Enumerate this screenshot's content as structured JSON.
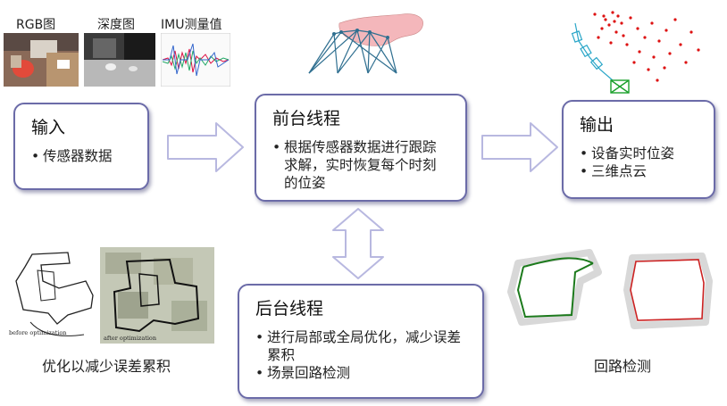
{
  "images": {
    "rgb_label": "RGB图",
    "depth_label": "深度图",
    "imu_label": "IMU测量值",
    "before_opt_label": "before optimization",
    "after_opt_label": "after optimization"
  },
  "input_box": {
    "title": "输入",
    "items": [
      "传感器数据"
    ]
  },
  "frontend_box": {
    "title": "前台线程",
    "items": [
      "根据传感器数据进行跟踪求解，实时恢复每个时刻的位姿"
    ]
  },
  "output_box": {
    "title": "输出",
    "items": [
      "设备实时位姿",
      "三维点云"
    ]
  },
  "backend_box": {
    "title": "后台线程",
    "items": [
      "进行局部或全局优化，减少误差累积",
      "场景回路检测"
    ]
  },
  "captions": {
    "optimization": "优化以减少误差累积",
    "loop_detection": "回路检测"
  },
  "colors": {
    "box_border": "#6b6ba8",
    "arrow_fill": "#ffffff",
    "arrow_stroke": "#b8b8e0",
    "blob": "#f4b7bb",
    "graph_line": "#2f6f90"
  }
}
